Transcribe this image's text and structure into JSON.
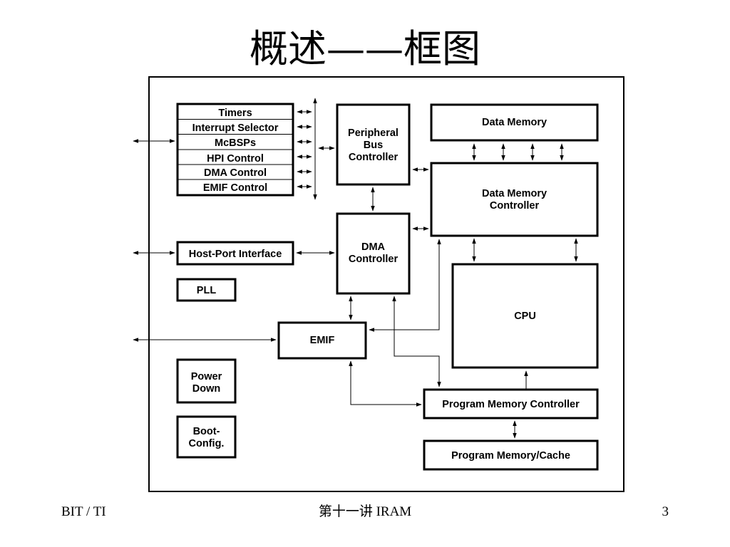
{
  "slide": {
    "title": "概述——框图",
    "footer_left": "BIT / TI",
    "footer_center": "第十一讲 IRAM",
    "footer_right": "3"
  },
  "diagram": {
    "peripherals": [
      "Timers",
      "Interrupt Selector",
      "McBSPs",
      "HPI Control",
      "DMA Control",
      "EMIF Control"
    ],
    "peripheral_bus_controller": [
      "Peripheral",
      "Bus",
      "Controller"
    ],
    "data_memory": "Data Memory",
    "data_memory_controller": [
      "Data Memory",
      "Controller"
    ],
    "host_port_interface": "Host-Port Interface",
    "dma_controller": [
      "DMA",
      "Controller"
    ],
    "pll": "PLL",
    "emif": "EMIF",
    "cpu": "CPU",
    "power_down": [
      "Power",
      "Down"
    ],
    "boot_config": [
      "Boot-",
      "Config."
    ],
    "program_memory_controller": "Program Memory Controller",
    "program_memory_cache": "Program Memory/Cache"
  }
}
